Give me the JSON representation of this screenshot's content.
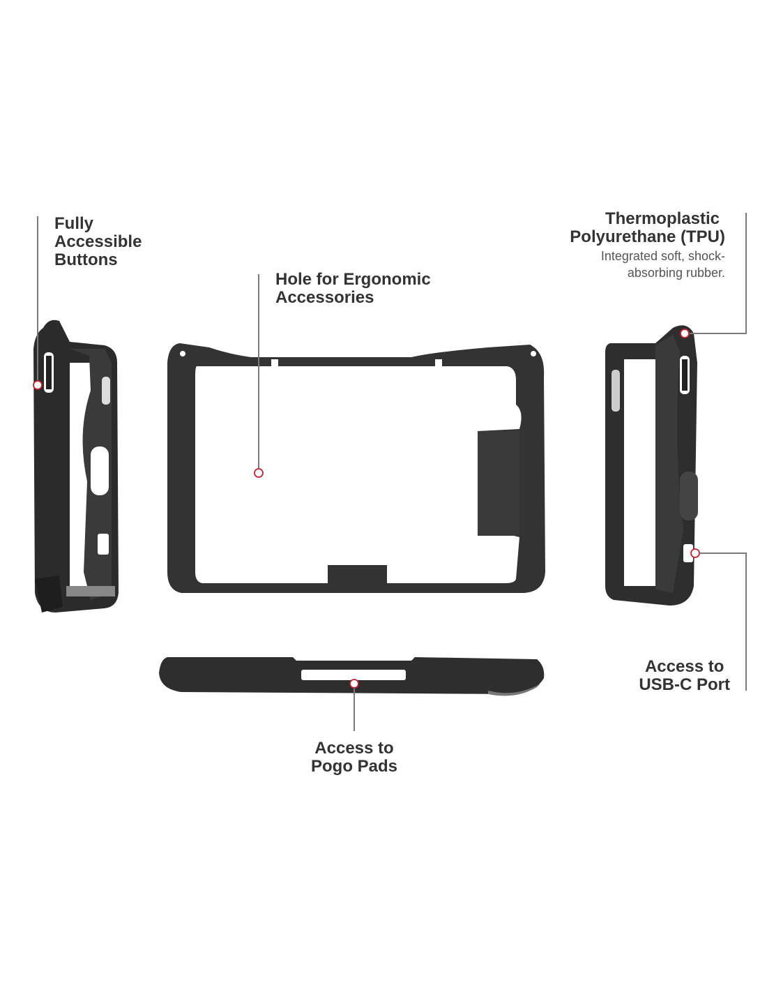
{
  "callouts": {
    "buttons": {
      "line1": "Fully",
      "line2": "Accessible",
      "line3": "Buttons"
    },
    "hole": {
      "line1": "Hole for Ergonomic",
      "line2": "Accessories"
    },
    "tpu": {
      "line1": "Thermoplastic",
      "line2": "Polyurethane (TPU)",
      "desc1": "Integrated soft, shock-",
      "desc2": "absorbing rubber."
    },
    "usbc": {
      "line1": "Access to",
      "line2": "USB-C Port"
    },
    "pogo": {
      "line1": "Access to",
      "line2": "Pogo Pads"
    }
  },
  "colors": {
    "marker": "#c8202f",
    "leader": "#7a7a7a",
    "case": "#2e2e2e"
  }
}
